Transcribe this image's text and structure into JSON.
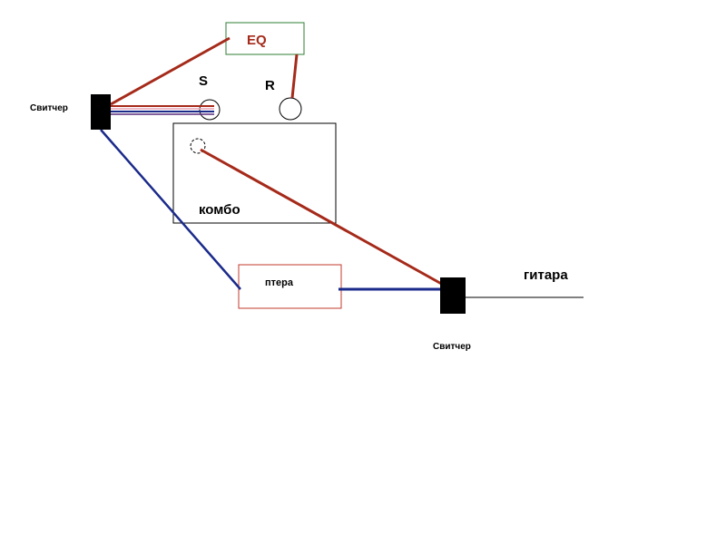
{
  "labels": {
    "eq": "EQ",
    "send": "S",
    "return": "R",
    "combo": "комбо",
    "pedals": "птера",
    "guitar": "гитара",
    "switcher_left": "Свитчер",
    "switcher_right": "Свитчер"
  },
  "colors": {
    "red_cable": "#a52a1a",
    "blue_cable": "#1a2a8a",
    "eq_border": "#2e7d32",
    "eq_text": "#a52a1a",
    "pedals_border": "#c0392b",
    "black": "#000000"
  }
}
